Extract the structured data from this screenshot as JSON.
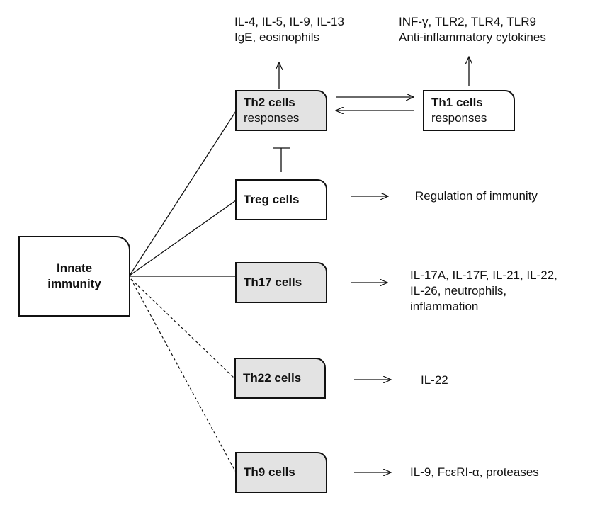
{
  "innate": {
    "line1": "Innate",
    "line2": "immunity"
  },
  "cells": {
    "th2": {
      "title": "Th2 cells",
      "sub": "responses"
    },
    "th1": {
      "title": "Th1 cells",
      "sub": "responses"
    },
    "treg": {
      "title": "Treg cells"
    },
    "th17": {
      "title": "Th17 cells"
    },
    "th22": {
      "title": "Th22 cells"
    },
    "th9": {
      "title": "Th9 cells"
    }
  },
  "outputs": {
    "th2": [
      "IL-4, IL-5, IL-9,  IL-13",
      "IgE, eosinophils"
    ],
    "th1": [
      "INF-γ, TLR2, TLR4, TLR9",
      "Anti-inflammatory cytokines"
    ],
    "treg": "Regulation of immunity",
    "th17": [
      "IL-17A, IL-17F, IL-21, IL-22,",
      "IL-26, neutrophils,",
      "inflammation"
    ],
    "th22": "IL-22",
    "th9": "IL-9, FcεRI-α, proteases"
  },
  "link_styles": {
    "solid": [
      "th2",
      "treg",
      "th17"
    ],
    "dashed": [
      "th22",
      "th9"
    ]
  },
  "colors": {
    "shaded": "#e3e3e3",
    "stroke": "#111111"
  }
}
